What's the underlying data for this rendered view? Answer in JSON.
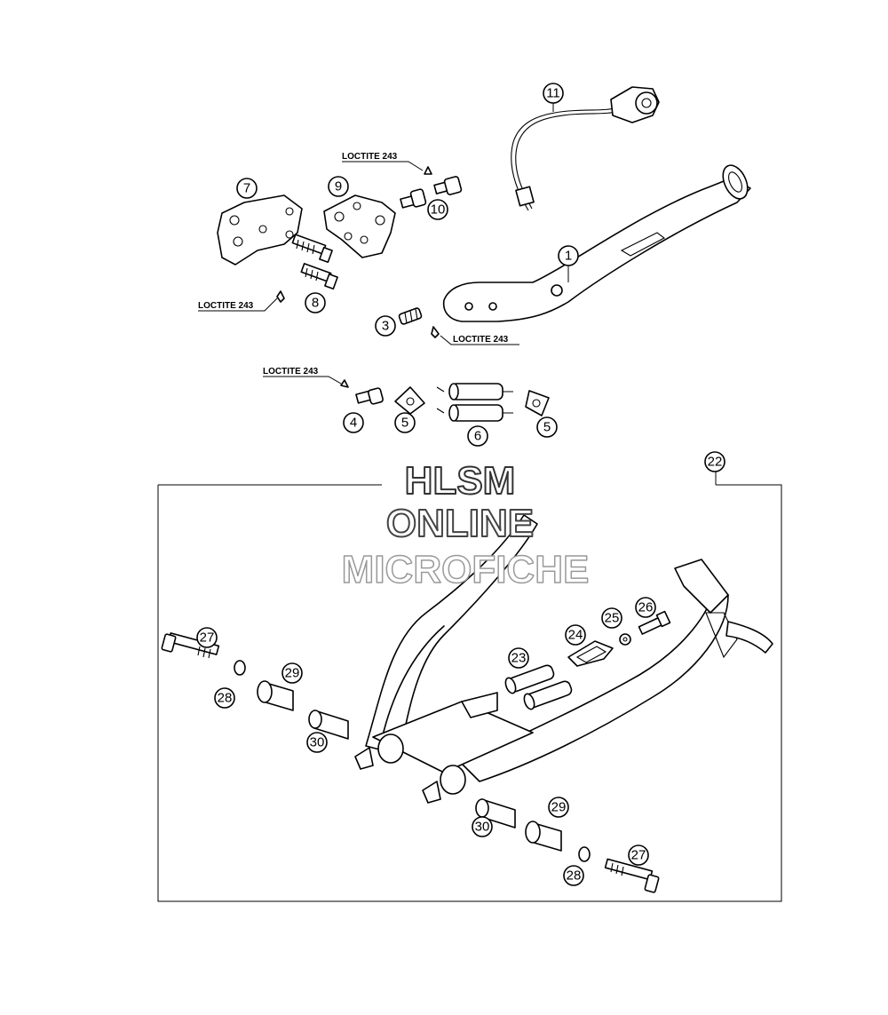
{
  "callouts": [
    {
      "id": "c1",
      "number": "1"
    },
    {
      "id": "c3",
      "number": "3"
    },
    {
      "id": "c4",
      "number": "4"
    },
    {
      "id": "c5a",
      "number": "5"
    },
    {
      "id": "c5b",
      "number": "5"
    },
    {
      "id": "c6",
      "number": "6"
    },
    {
      "id": "c7",
      "number": "7"
    },
    {
      "id": "c8",
      "number": "8"
    },
    {
      "id": "c9",
      "number": "9"
    },
    {
      "id": "c10",
      "number": "10"
    },
    {
      "id": "c11",
      "number": "11"
    },
    {
      "id": "c22",
      "number": "22"
    },
    {
      "id": "c23",
      "number": "23"
    },
    {
      "id": "c24",
      "number": "24"
    },
    {
      "id": "c25",
      "number": "25"
    },
    {
      "id": "c26",
      "number": "26"
    },
    {
      "id": "c27a",
      "number": "27"
    },
    {
      "id": "c27b",
      "number": "27"
    },
    {
      "id": "c28a",
      "number": "28"
    },
    {
      "id": "c28b",
      "number": "28"
    },
    {
      "id": "c29a",
      "number": "29"
    },
    {
      "id": "c29b",
      "number": "29"
    },
    {
      "id": "c30a",
      "number": "30"
    },
    {
      "id": "c30b",
      "number": "30"
    }
  ],
  "notes": {
    "loctite_1": "LOCTITE 243",
    "loctite_2": "LOCTITE 243",
    "loctite_3": "LOCTITE 243",
    "loctite_4": "LOCTITE 243"
  },
  "watermark": {
    "line1": "HLSM",
    "line2": "ONLINE",
    "line3": "MICROFICHE"
  },
  "colors": {
    "line": "#000000",
    "background": "#ffffff",
    "watermark_outline": "#555555"
  }
}
